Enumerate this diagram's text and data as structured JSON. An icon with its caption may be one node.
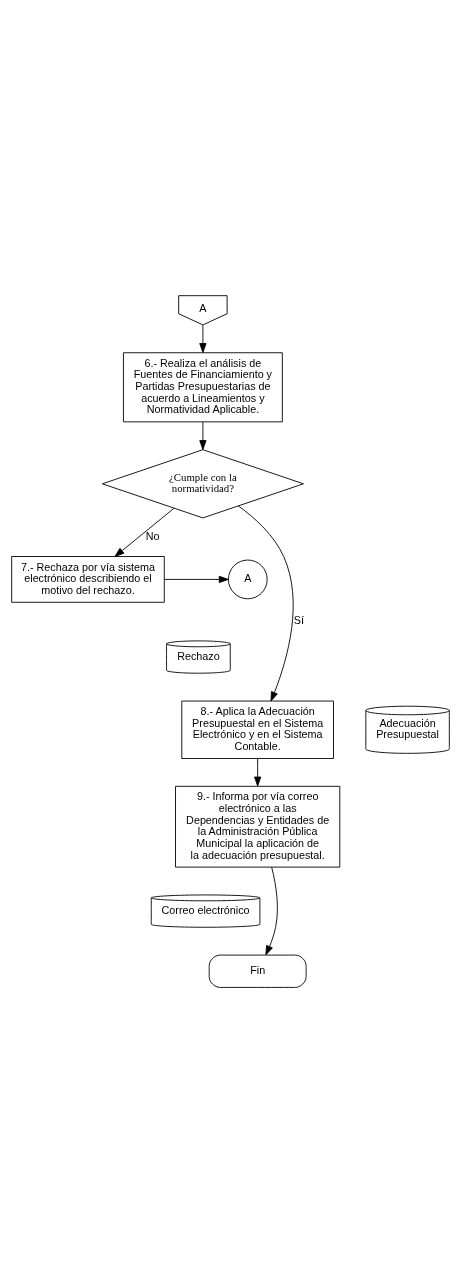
{
  "diagram": {
    "nodes": [
      {
        "text": [
          "A"
        ]
      },
      {
        "text": [
          "6.- Realiza el análisis de Fuentes de Financiamiento y Partidas Presupuestarias de acuerdo a Lineamientos y Normatividad Aplicable."
        ]
      },
      {
        "text": [
          "¿Cumple con la normatividad?"
        ]
      },
      {
        "text": [
          "7.- Rechaza por vía sistema electrónico describiendo el motivo del rechazo."
        ]
      },
      {
        "text": [
          "A"
        ]
      },
      {
        "text": [
          "Rechazo"
        ]
      },
      {
        "text": [
          "8.- Aplica la Adecuación Presupuestal en el Sistema Electrónico y en el Sistema Contable."
        ]
      },
      {
        "text": [
          "Adecuación Presupuestal"
        ]
      },
      {
        "text": [
          "9.- Informa por vía correo electrónico a las Dependencias y Entidades de la Administración Pública Municipal la aplicación de la adecuación presupuestal."
        ]
      },
      {
        "text": [
          "Correo electrónico"
        ]
      },
      {
        "text": [
          "Fin"
        ]
      }
    ],
    "edges": [
      {
        "from": 0,
        "to": 1,
        "arrow": "to"
      },
      {
        "from": 1,
        "to": 2,
        "arrow": "to"
      },
      {
        "from": 2,
        "to": 3,
        "arrow": "to",
        "label": "No"
      },
      {
        "from": 3,
        "to": 4,
        "arrow": "to"
      },
      {
        "from": 2,
        "to": 6,
        "arrow": "to",
        "label": "Sí"
      },
      {
        "from": 6,
        "to": 8,
        "arrow": "to"
      },
      {
        "from": 8,
        "to": 10,
        "arrow": "to"
      }
    ]
  }
}
